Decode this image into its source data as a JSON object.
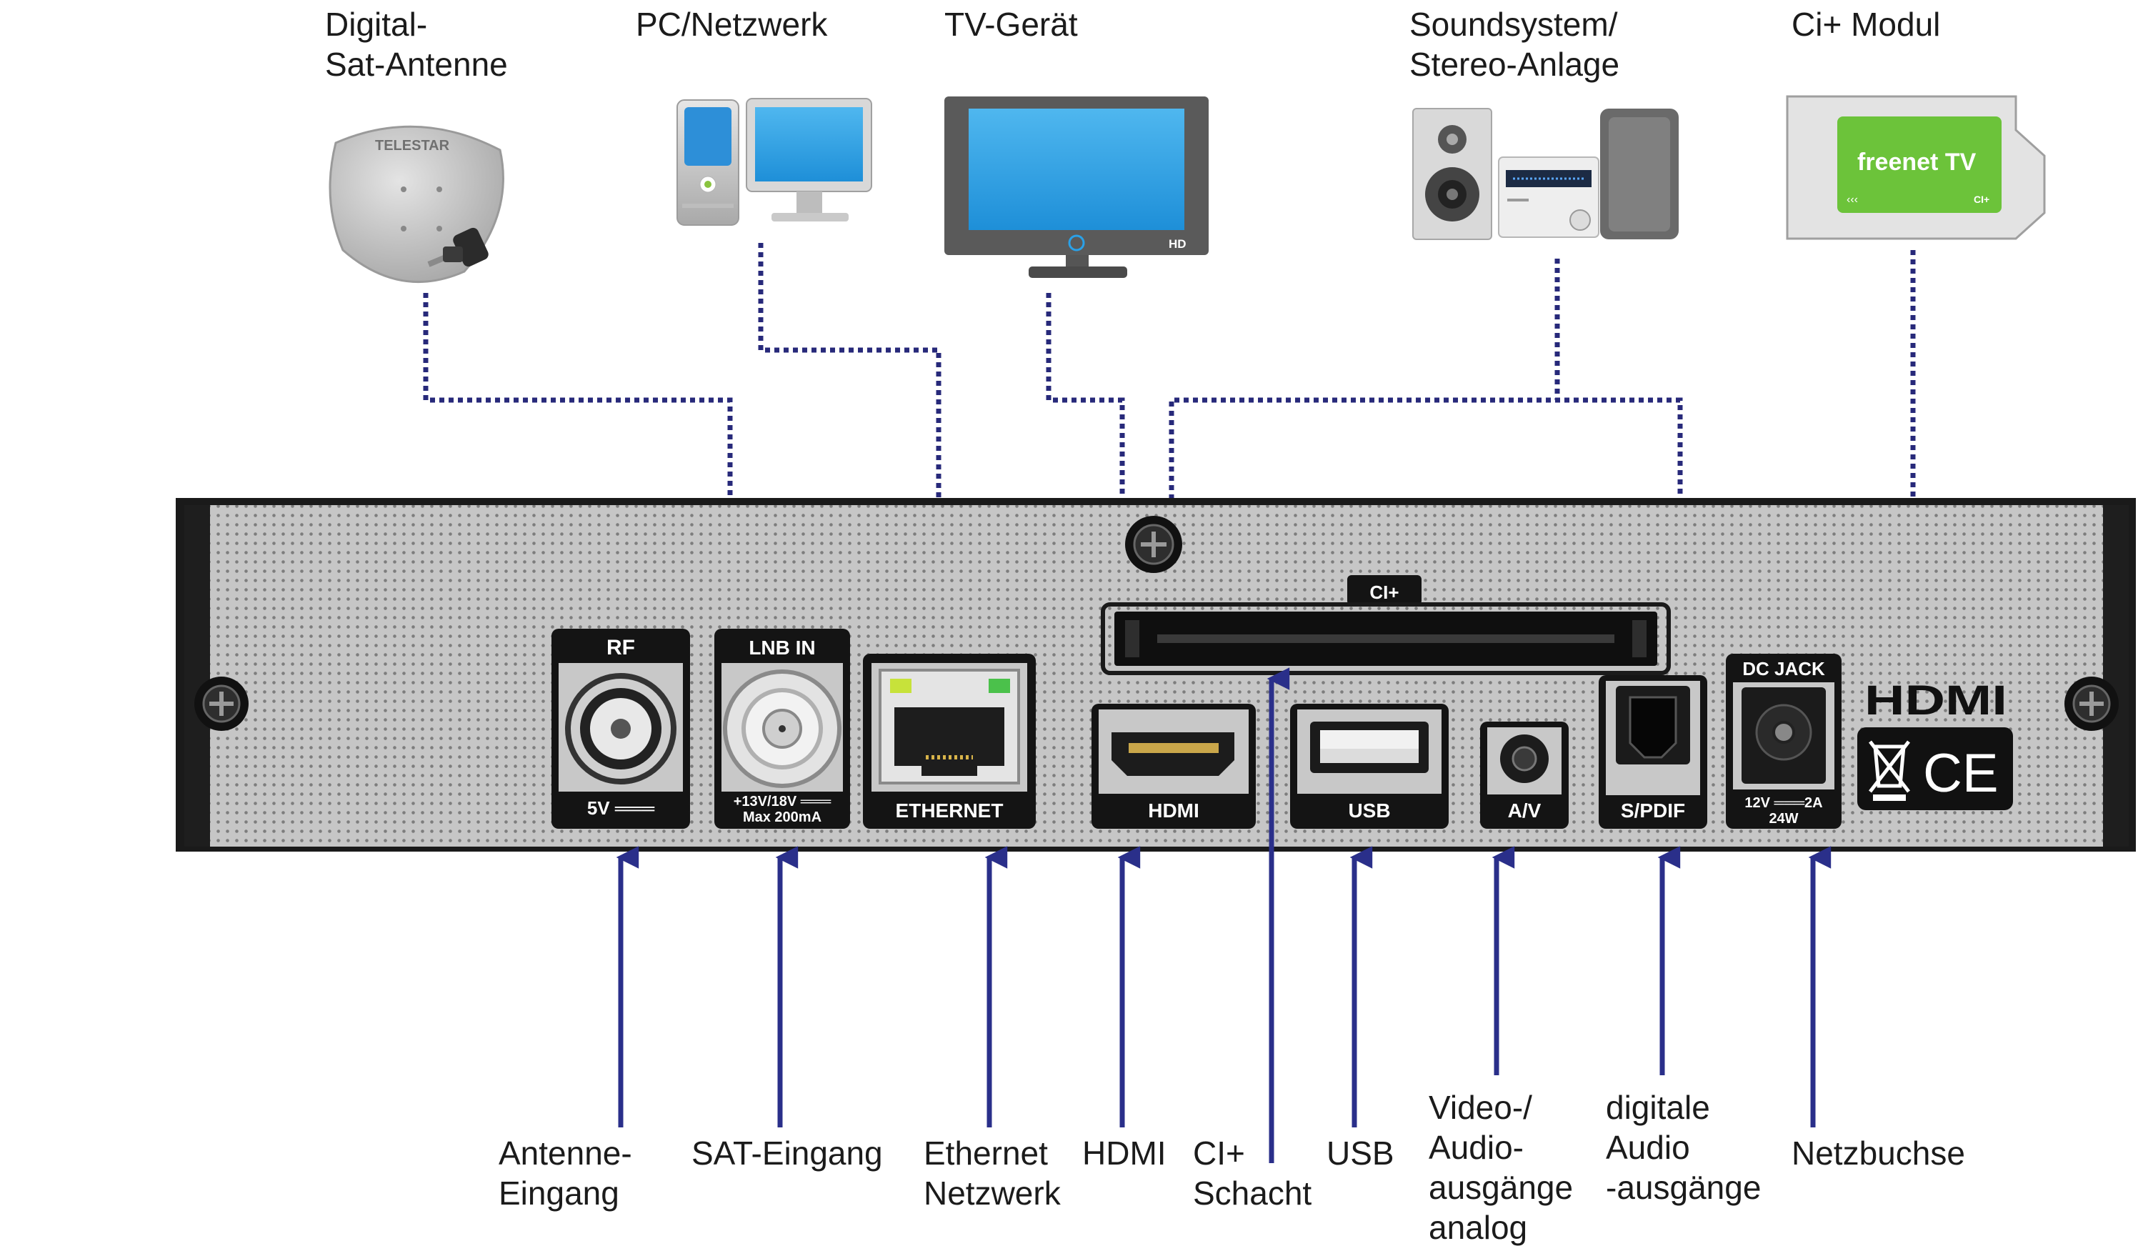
{
  "devices": {
    "antenna": {
      "label_1": "Digital-",
      "label_2": "Sat-Antenne",
      "brand": "TELESTAR"
    },
    "pc": {
      "label": "PC/Netzwerk"
    },
    "tv": {
      "label": "TV-Gerät",
      "badge": "HD"
    },
    "sound": {
      "label_1": "Soundsystem/",
      "label_2": "Stereo-Anlage"
    },
    "ci_module": {
      "label": "Ci+ Modul",
      "card_text": "freenet TV",
      "card_badge": "CI+"
    }
  },
  "panel": {
    "ports": {
      "rf_top": "RF",
      "rf_bottom": "5V ═══",
      "lnb_top": "LNB IN",
      "lnb_bottom_1": "+13V/18V ═══",
      "lnb_bottom_2": "Max 200mA",
      "ethernet": "ETHERNET",
      "hdmi": "HDMI",
      "ci": "CI+",
      "usb": "USB",
      "av": "A/V",
      "spdif": "S/PDIF",
      "dc_top": "DC JACK",
      "dc_bottom_1": "12V ═══2A",
      "dc_bottom_2": "24W"
    },
    "hdmi_logo": "HDMI",
    "ce_mark": "CE"
  },
  "callouts": {
    "antenne_1": "Antenne-",
    "antenne_2": "Eingang",
    "sat": "SAT-Eingang",
    "ethernet_1": "Ethernet",
    "ethernet_2": "Netzwerk",
    "hdmi": "HDMI",
    "ci_1": "CI+",
    "ci_2": "Schacht",
    "usb": "USB",
    "video_1": "Video-/",
    "video_2": "Audio-",
    "video_3": "ausgänge",
    "video_4": "analog",
    "digital_1": "digitale",
    "digital_2": "Audio",
    "digital_3": "-ausgänge",
    "netz": "Netzbuchse"
  },
  "colors": {
    "connector_line": "#27297a",
    "arrow": "#2a2f8a",
    "panel": "#c4c4c4",
    "freenet_green": "#6cc33a",
    "screen_blue": "#2aa1e8"
  }
}
